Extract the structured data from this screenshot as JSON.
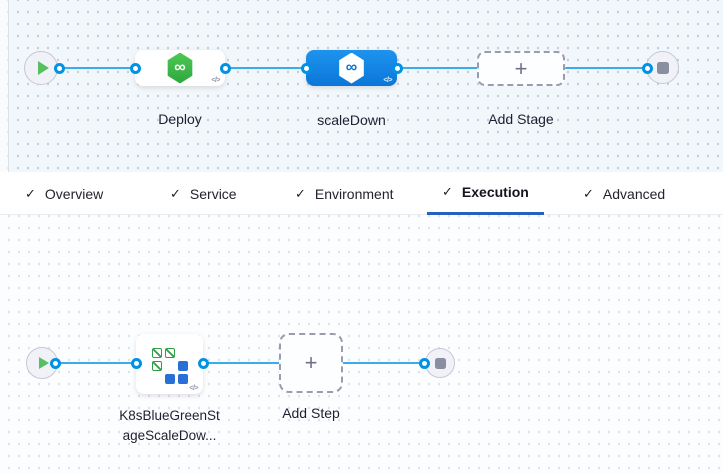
{
  "stage_pipeline": {
    "stages": [
      {
        "label": "Deploy",
        "selected": false
      },
      {
        "label": "scaleDown",
        "selected": true
      }
    ],
    "add_stage_label": "Add Stage"
  },
  "tab_bar": {
    "check_glyph": "✓",
    "tabs": [
      {
        "label": "Overview",
        "checked": true,
        "active": false
      },
      {
        "label": "Service",
        "checked": true,
        "active": false
      },
      {
        "label": "Environment",
        "checked": true,
        "active": false
      },
      {
        "label": "Execution",
        "checked": true,
        "active": true
      },
      {
        "label": "Advanced",
        "checked": true,
        "active": false
      }
    ]
  },
  "step_pipeline": {
    "step_label_line1": "K8sBlueGreenSt",
    "step_label_line2": "ageScaleDow...",
    "add_step_label": "Add Step"
  },
  "glyphs": {
    "infinity": "∞",
    "plus": "+",
    "code": "</>"
  },
  "colors": {
    "selected_stage_blue": "#0b7ad9",
    "harness_green": "#3cb44a",
    "connector_line": "#38adea",
    "connector_port_border": "#0092e4",
    "active_tab_underline": "#2163be",
    "k8s_icon_green": "#2f9e44",
    "k8s_icon_blue": "#2970d6"
  }
}
